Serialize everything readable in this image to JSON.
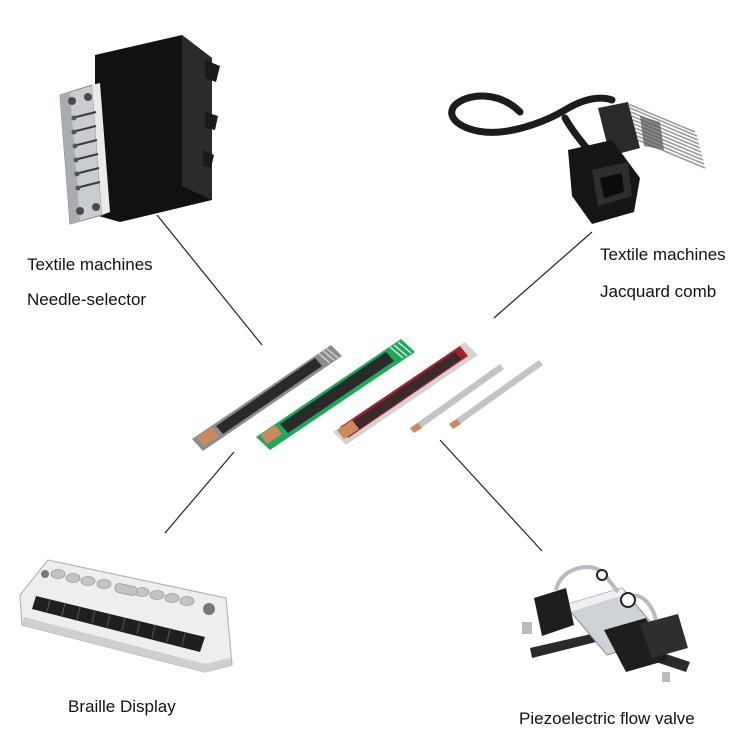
{
  "labels": {
    "needle_selector": {
      "line1": "Textile machines",
      "line2": "Needle-selector"
    },
    "jacquard_comb": {
      "line1": "Textile machines",
      "line2": "Jacquard comb"
    },
    "braille_display": "Braille Display",
    "flow_valve": "Piezoelectric flow valve"
  },
  "colors": {
    "connector_line": "#222222",
    "strip_gray": "#8a8c90",
    "strip_green": "#1fa85a",
    "strip_red": "#a3202c",
    "electrode_dark": "#2a2a2a",
    "contact_copper": "#c98b5e"
  }
}
